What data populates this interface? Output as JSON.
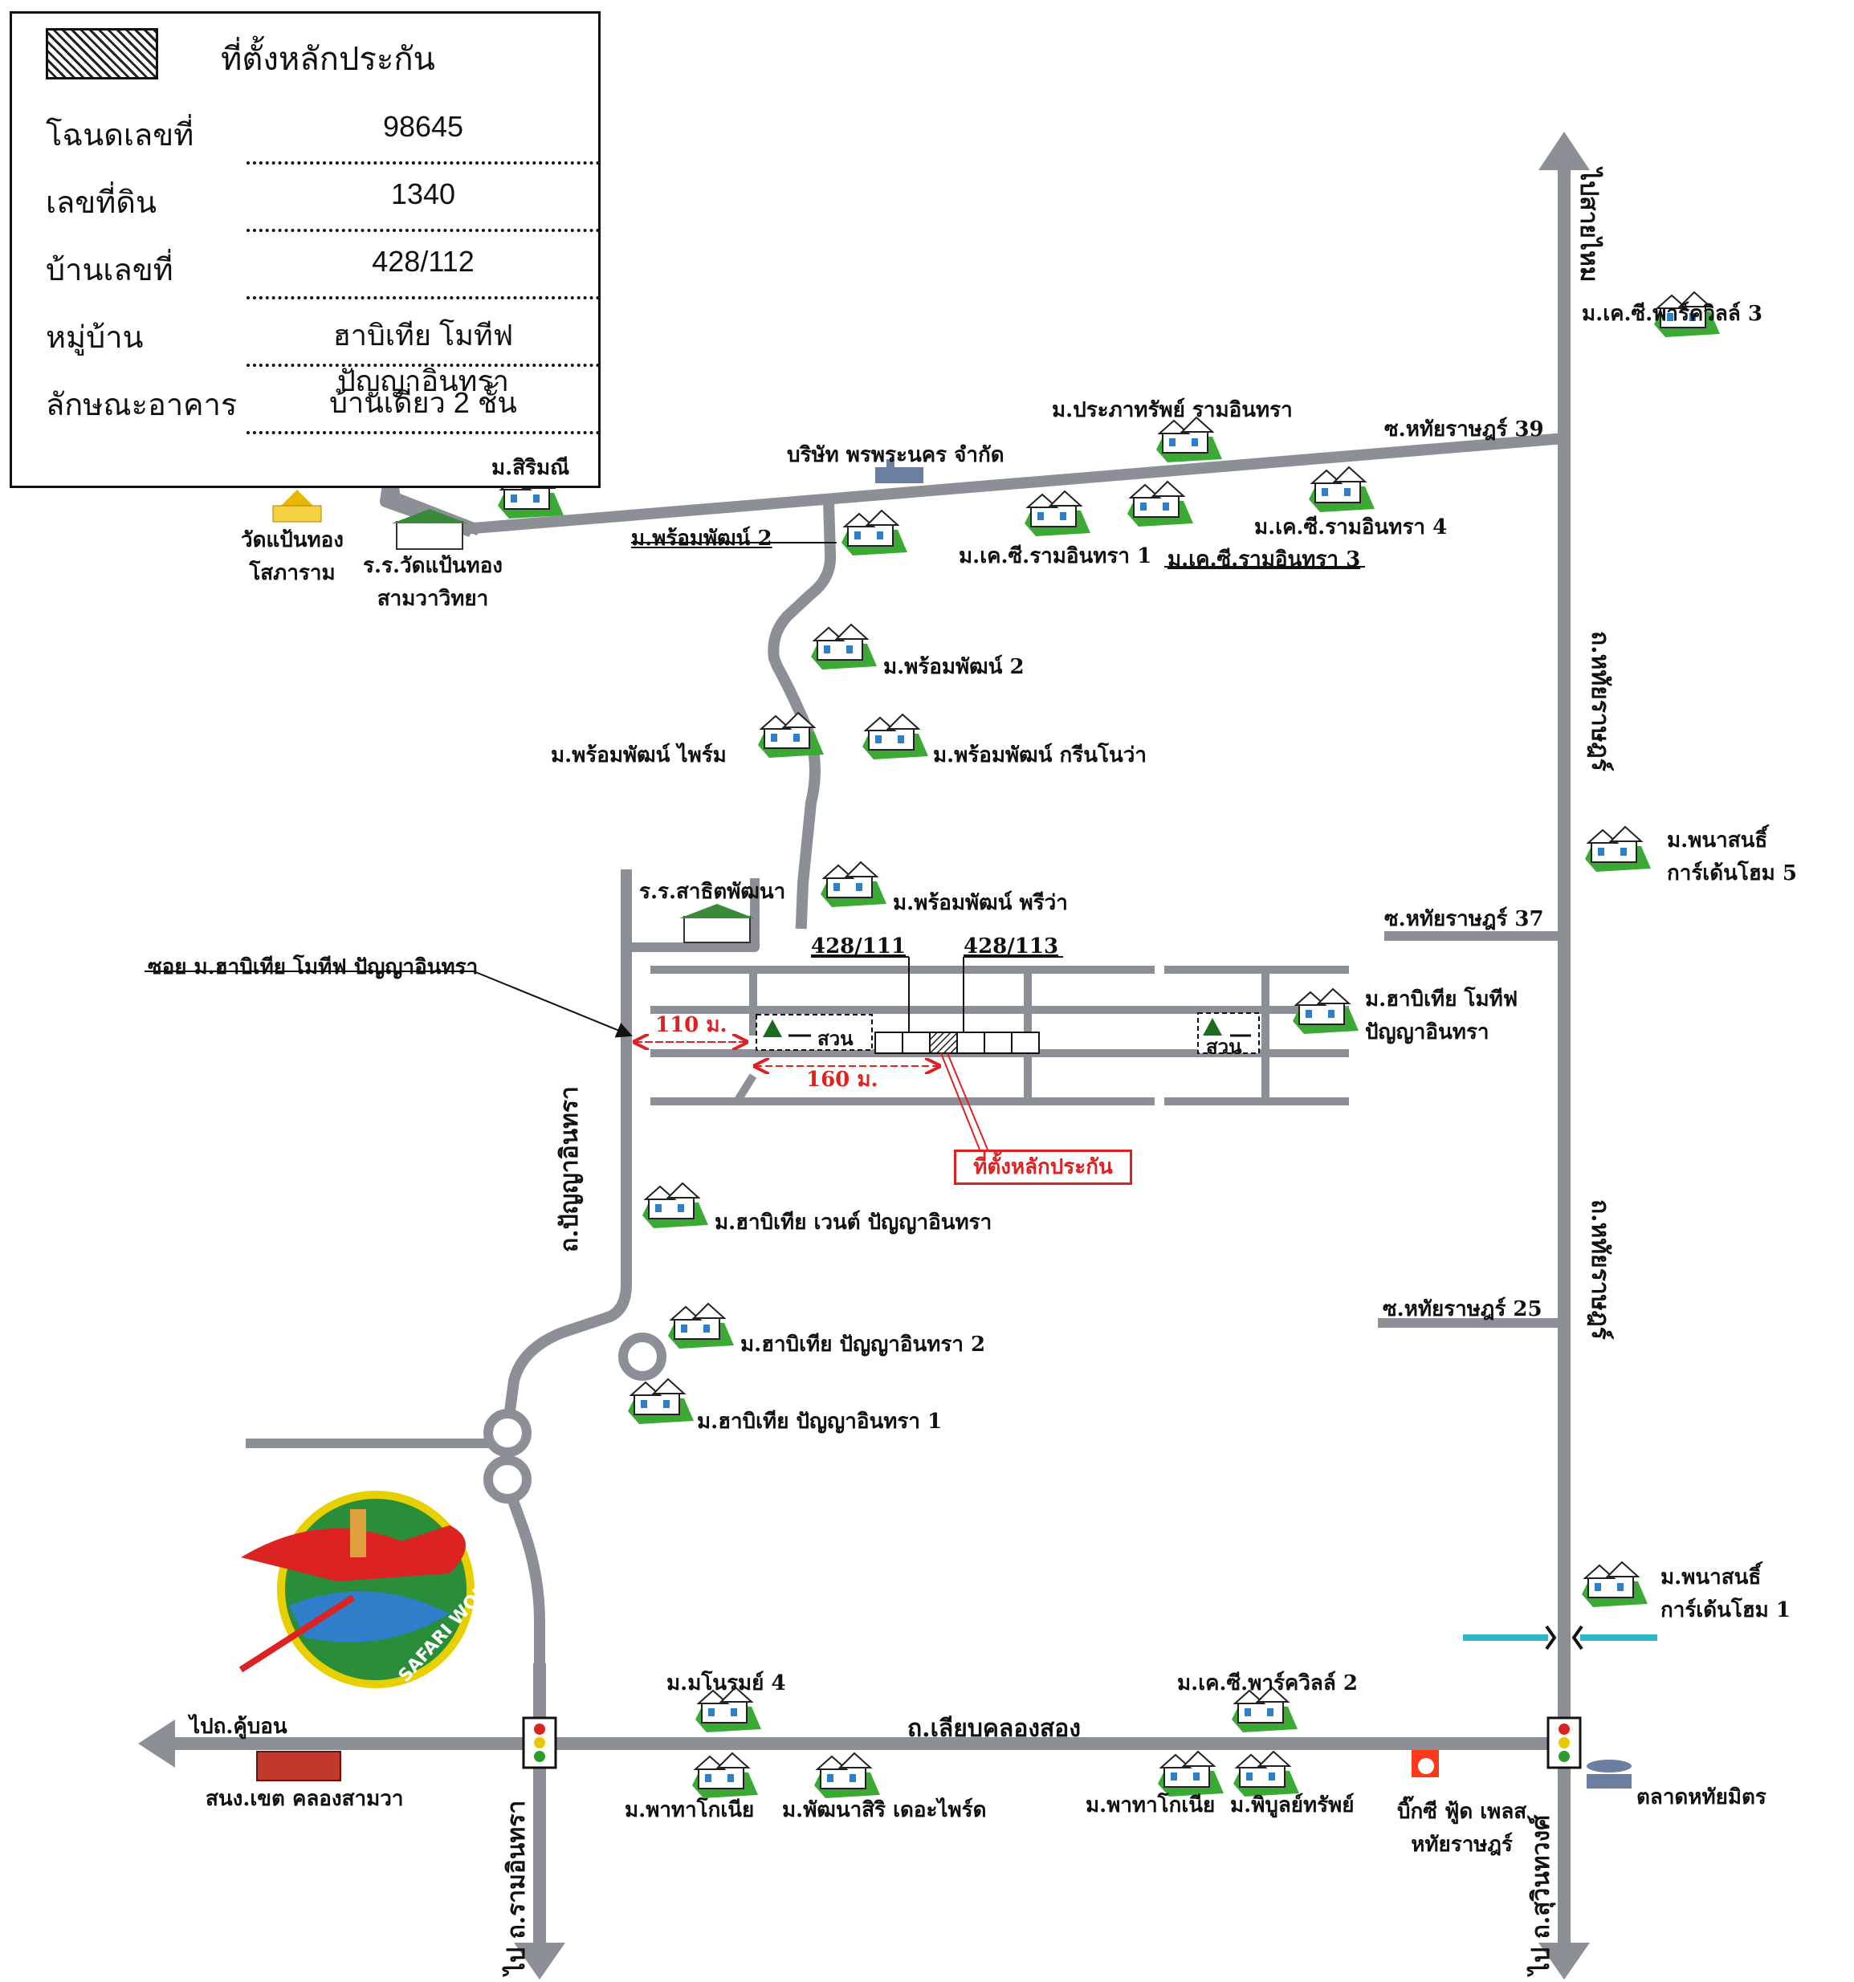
{
  "legend": {
    "title": "ที่ตั้งหลักประกัน",
    "rows": [
      {
        "key": "โฉนดเลขที่",
        "value": "98645"
      },
      {
        "key": "เลขที่ดิน",
        "value": "1340"
      },
      {
        "key": "บ้านเลขที่",
        "value": "428/112"
      },
      {
        "key": "หมู่บ้าน",
        "value": "ฮาบิเทีย โมทีฟ ปัญญาอินทรา"
      },
      {
        "key": "ลักษณะอาคาร",
        "value": "บ้านเดี่ยว 2 ชั้น"
      }
    ]
  },
  "roads": {
    "main_horizontal": "ถ.เลียบคลองสอง",
    "vertical_left": "ถ.ปัญญาอินทรา",
    "vertical_right_1": "ถ.หทัยราษฎร์",
    "vertical_right_2": "ถ.หทัยราษฎร์",
    "soi_39": "ซ.หทัยราษฎร์ 39",
    "soi_37": "ซ.หทัยราษฎร์ 37",
    "soi_25": "ซ.หทัยราษฎร์ 25",
    "soi_habitia": "ซอย ม.ฮาบิเทีย โมทีฟ ปัญญาอินทรา"
  },
  "directions": {
    "to_saimai": "ไปสายไหม",
    "to_tuborn": "ไปถ.คู้บอน",
    "to_ramintra": "ไป ถ.รามอินทรา",
    "to_sukhumvit": "ไป ถ.สุวินทวงศ์"
  },
  "places": {
    "wat": "วัดแป้นทอง\nโสภาราม",
    "school_wat": "ร.ร.วัดแป้นทอง\nสามวาวิทยา",
    "school_sathit": "ร.ร.สาธิตพัฒนา",
    "company": "บริษัท พรพระนคร จำกัด",
    "district_office": "สนง.เขต คลองสามวา",
    "bigc": "บิ๊กซี ฟู้ด เพลส\nหทัยราษฎร์",
    "market": "ตลาดหทัยมิตร",
    "park_1": "สวน",
    "park_2": "สวน",
    "safari_world": "SAFARI WORLD"
  },
  "villages": [
    {
      "id": "kc3",
      "text": "ม.เค.ซี.พาร์ควิลล์ 3"
    },
    {
      "id": "siriman",
      "text": "ม.สิริมณี"
    },
    {
      "id": "prapat",
      "text": "ม.ประภาทรัพย์ รามอินทรา"
    },
    {
      "id": "prompat2a",
      "text": "ม.พร้อมพัฒน์ 2"
    },
    {
      "id": "kc_ram1",
      "text": "ม.เค.ซี.รามอินทรา 1"
    },
    {
      "id": "kc_ram3",
      "text": "ม.เค.ซี.รามอินทรา 3"
    },
    {
      "id": "kc_ram4",
      "text": "ม.เค.ซี.รามอินทรา 4"
    },
    {
      "id": "prompat2b",
      "text": "ม.พร้อมพัฒน์ 2"
    },
    {
      "id": "prompat_prime",
      "text": "ม.พร้อมพัฒน์ ไพร์ม"
    },
    {
      "id": "prompat_green",
      "text": "ม.พร้อมพัฒน์ กรีนโนว่า"
    },
    {
      "id": "panasin5",
      "text": "ม.พนาสนธิ์\nการ์เด้นโฮม 5"
    },
    {
      "id": "prompat_priva",
      "text": "ม.พร้อมพัฒน์ พรีว่า"
    },
    {
      "id": "habitia_motive",
      "text": "ม.ฮาบิเทีย โมทีฟ\nปัญญาอินทรา"
    },
    {
      "id": "habitia_went",
      "text": "ม.ฮาบิเทีย เวนต์ ปัญญาอินทรา"
    },
    {
      "id": "habitia2",
      "text": "ม.ฮาบิเทีย ปัญญาอินทรา 2"
    },
    {
      "id": "habitia1",
      "text": "ม.ฮาบิเทีย ปัญญาอินทรา 1"
    },
    {
      "id": "panasin1",
      "text": "ม.พนาสนธิ์\nการ์เด้นโฮม 1"
    },
    {
      "id": "manorom4",
      "text": "ม.มโนรมย์ 4"
    },
    {
      "id": "kc2",
      "text": "ม.เค.ซี.พาร์ควิลล์ 2"
    },
    {
      "id": "patta1",
      "text": "ม.พาทาโกเนีย"
    },
    {
      "id": "pattana",
      "text": "ม.พัฒนาสิริ เดอะไพร์ด"
    },
    {
      "id": "patta2",
      "text": "ม.พาทาโกเนีย"
    },
    {
      "id": "pibul",
      "text": "ม.พิบูลย์ทรัพย์"
    }
  ],
  "plots": {
    "left": "428/111",
    "right": "428/113",
    "dist_110": "110 ม.",
    "dist_160": "160 ม.",
    "callout": "ที่ตั้งหลักประกัน"
  },
  "colors": {
    "road": "#8c9096",
    "village_green": "#3aaa35",
    "callout_red": "#d22222",
    "canal": "#2eb7c9"
  }
}
